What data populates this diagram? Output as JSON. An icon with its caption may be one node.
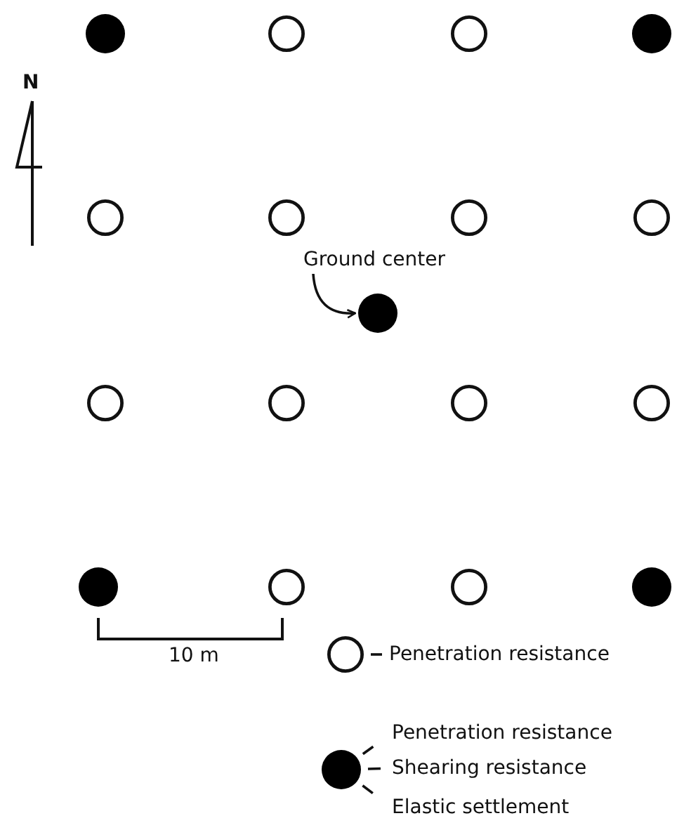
{
  "diagram": {
    "nodes": [
      {
        "text": [],
        "shape": "dot"
      },
      {
        "text": [],
        "shape": "circle"
      },
      {
        "text": [],
        "shape": "circle"
      },
      {
        "text": [],
        "shape": "dot"
      },
      {
        "text": [],
        "shape": "circle"
      },
      {
        "text": [],
        "shape": "circle"
      },
      {
        "text": [],
        "shape": "circle"
      },
      {
        "text": [],
        "shape": "circle"
      },
      {
        "text": [
          "Ground center"
        ]
      },
      {
        "text": [],
        "shape": "dot"
      },
      {
        "text": [],
        "shape": "circle"
      },
      {
        "text": [],
        "shape": "circle"
      },
      {
        "text": [],
        "shape": "circle"
      },
      {
        "text": [],
        "shape": "circle"
      },
      {
        "text": [],
        "shape": "dot"
      },
      {
        "text": [],
        "shape": "circle"
      },
      {
        "text": [],
        "shape": "circle"
      },
      {
        "text": [],
        "shape": "dot"
      },
      {
        "text": [],
        "shape": "circle"
      },
      {
        "text": [
          "Penetration resistance"
        ]
      },
      {
        "text": [],
        "shape": "dot"
      },
      {
        "text": [
          "Penetration resistance"
        ]
      },
      {
        "text": [
          "Shearing resistance"
        ]
      },
      {
        "text": [
          "Elastic settlement"
        ]
      }
    ],
    "edges": [
      {
        "from": 8,
        "to": 9,
        "arrow": "to"
      },
      {
        "from": 18,
        "to": 19,
        "arrow": "none"
      },
      {
        "from": 20,
        "to": 21,
        "arrow": "none"
      },
      {
        "from": 20,
        "to": 22,
        "arrow": "none"
      },
      {
        "from": 20,
        "to": 23,
        "arrow": "none"
      }
    ],
    "labels": [
      "N",
      "10 m"
    ]
  }
}
